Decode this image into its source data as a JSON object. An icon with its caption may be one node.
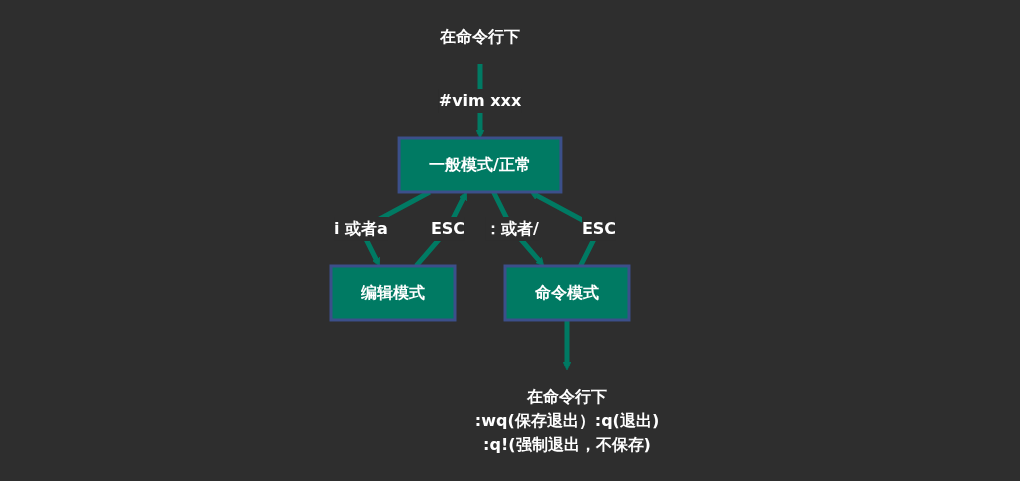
{
  "diagram": {
    "nodes": [
      {
        "text": [
          "在命令行下"
        ]
      },
      {
        "text": [
          "一般模式/正常"
        ]
      },
      {
        "text": [
          "编辑模式"
        ]
      },
      {
        "text": [
          "命令模式"
        ]
      },
      {
        "text": [
          "在命令行下"
        ],
        "beside": [
          ":wq(保存退出）:q(退出)",
          ":q!(强制退出，不保存)"
        ]
      }
    ],
    "edges": [
      {
        "from": 0,
        "to": 1,
        "arrow": "to",
        "label": "#vim xxx"
      },
      {
        "from": 1,
        "to": 2,
        "arrow": "to",
        "label": "i 或者a"
      },
      {
        "from": 2,
        "to": 1,
        "arrow": "to",
        "label": "ESC"
      },
      {
        "from": 3,
        "to": 1,
        "arrow": "to",
        "label": "ESC"
      },
      {
        "from": 1,
        "to": 3,
        "arrow": "to",
        "label": "：或者/"
      },
      {
        "from": 3,
        "to": 4,
        "arrow": "to"
      }
    ]
  }
}
